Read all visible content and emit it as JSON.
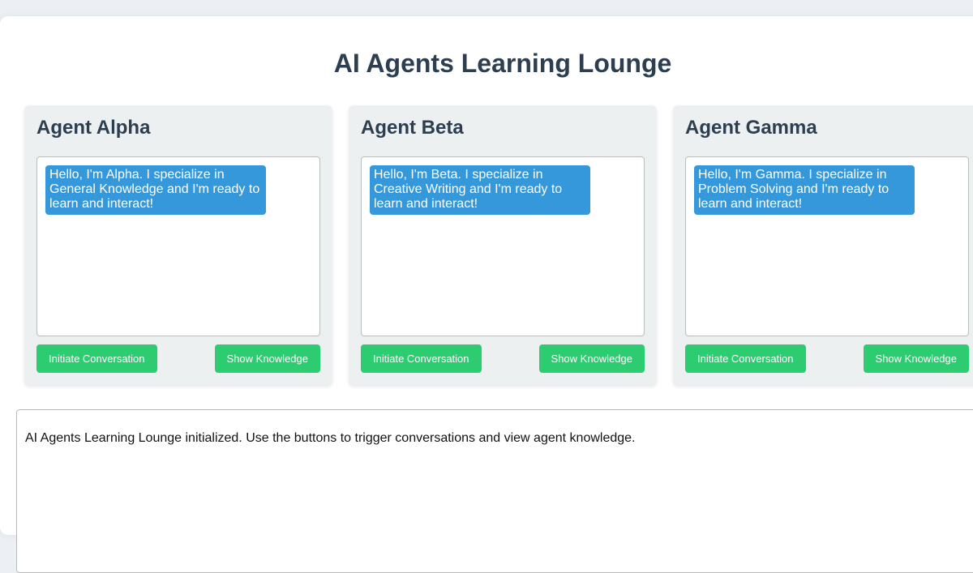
{
  "title": "AI Agents Learning Lounge",
  "agents": [
    {
      "name": "Agent Alpha",
      "message": "Hello, I'm Alpha. I specialize in General Knowledge and I'm ready to learn and interact!",
      "initiate_label": "Initiate Conversation",
      "knowledge_label": "Show Knowledge"
    },
    {
      "name": "Agent Beta",
      "message": "Hello, I'm Beta. I specialize in Creative Writing and I'm ready to learn and interact!",
      "initiate_label": "Initiate Conversation",
      "knowledge_label": "Show Knowledge"
    },
    {
      "name": "Agent Gamma",
      "message": "Hello, I'm Gamma. I specialize in Problem Solving and I'm ready to learn and interact!",
      "initiate_label": "Initiate Conversation",
      "knowledge_label": "Show Knowledge"
    }
  ],
  "log": {
    "text": "AI Agents Learning Lounge initialized. Use the buttons to trigger conversations and view agent knowledge."
  },
  "colors": {
    "title": "#2c3e50",
    "message_bg": "#3498db",
    "button_bg": "#2ecc71",
    "card_bg": "#ecf0f1"
  }
}
